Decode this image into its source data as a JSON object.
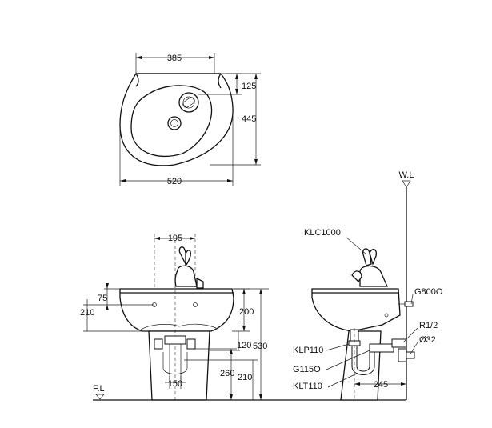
{
  "colors": {
    "line": "#111111",
    "background": "#ffffff"
  },
  "top_view": {
    "dim_width_top": "385",
    "dim_width_bottom": "520",
    "dim_depth": "445",
    "dim_tap_offset": "125"
  },
  "front_view": {
    "dim_tap_spacing": "195",
    "dim_hole_75": "75",
    "dim_height_210_left": "210",
    "dim_200": "200",
    "dim_120": "120",
    "dim_530": "530",
    "dim_260": "260",
    "dim_210_right": "210",
    "dim_150": "150",
    "floor_label": "F.L"
  },
  "side_view": {
    "wall_label": "W.L",
    "part_faucet": "KLC1000",
    "part_g800": "G800O",
    "part_r12": "R1/2",
    "part_d32": "Ø32",
    "part_klp110": "KLP110",
    "part_g115": "G115O",
    "part_klt110": "KLT110",
    "dim_245": "245"
  }
}
